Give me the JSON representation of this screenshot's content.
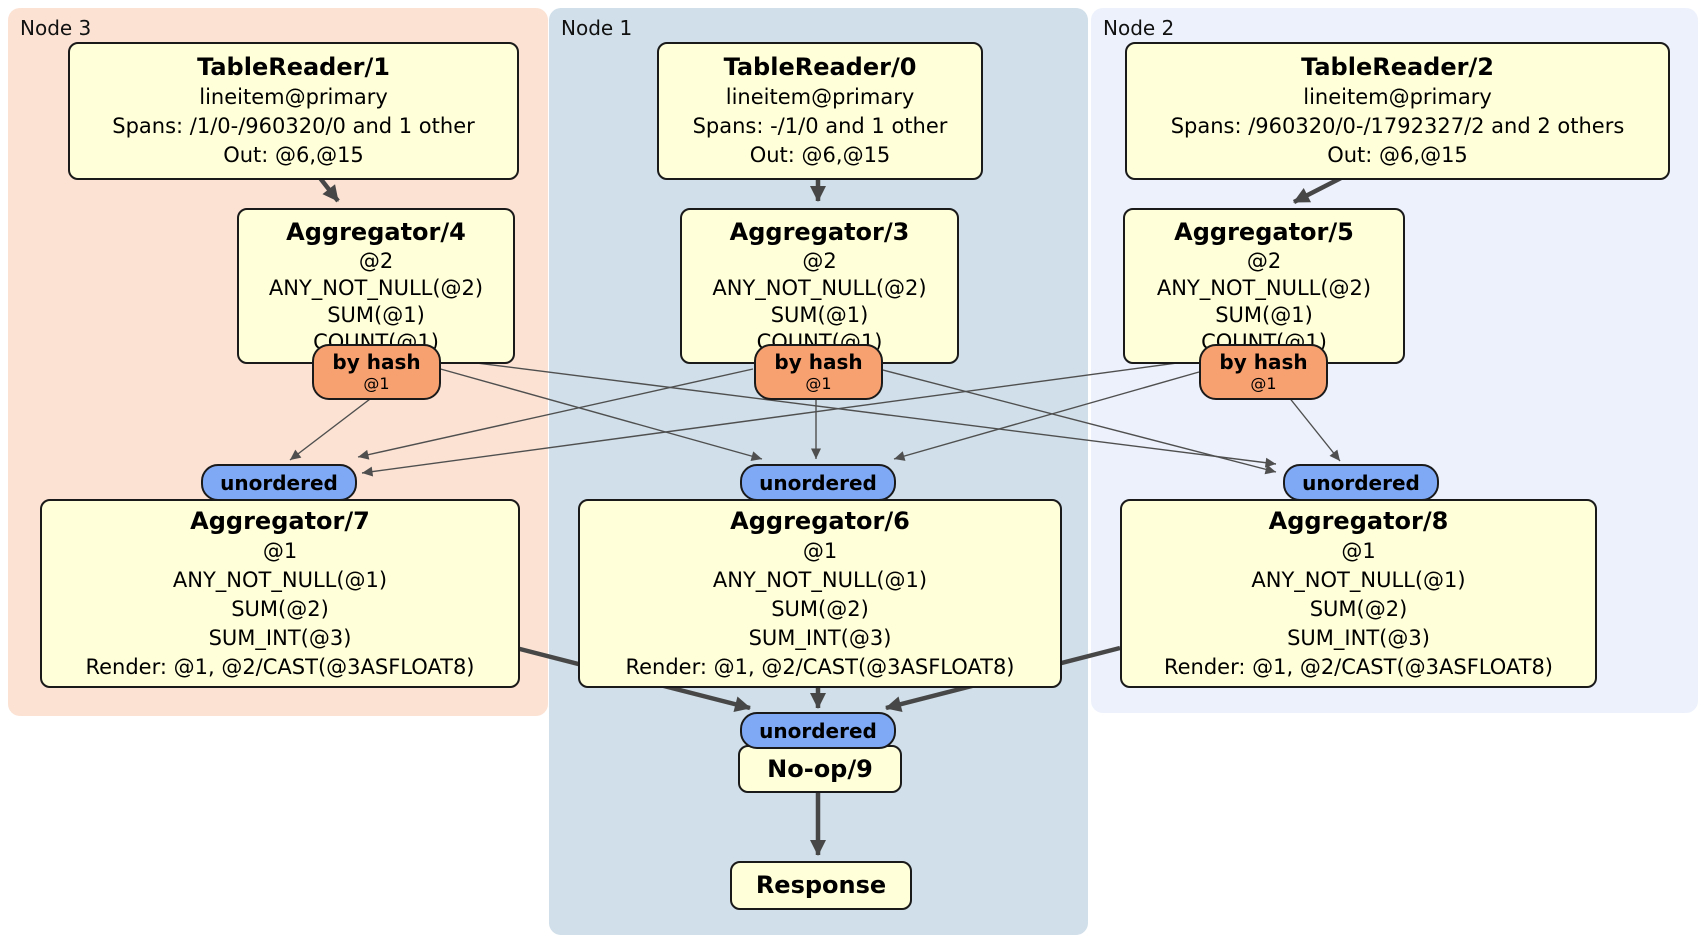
{
  "colors": {
    "node3-bg": "#fbe2d3",
    "node1-bg": "#d0dfe9",
    "node2-bg": "#ecf1fb",
    "box-fill": "#ffffd9",
    "box-border": "#1a1a1a",
    "hash-router-fill": "#f7a171",
    "sync-fill": "#7fa9f4",
    "edge-thick": "#474747",
    "edge-thin": "#4f4f4f"
  },
  "groups": {
    "node3": {
      "label": "Node 3"
    },
    "node1": {
      "label": "Node 1"
    },
    "node2": {
      "label": "Node 2"
    }
  },
  "processors": {
    "tr1": {
      "title": "TableReader/1",
      "lines": [
        "lineitem@primary",
        "Spans: /1/0-/960320/0 and 1 other",
        "Out: @6,@15"
      ]
    },
    "tr0": {
      "title": "TableReader/0",
      "lines": [
        "lineitem@primary",
        "Spans: -/1/0 and 1 other",
        "Out: @6,@15"
      ]
    },
    "tr2": {
      "title": "TableReader/2",
      "lines": [
        "lineitem@primary",
        "Spans: /960320/0-/1792327/2 and 2 others",
        "Out: @6,@15"
      ]
    },
    "agg4": {
      "title": "Aggregator/4",
      "lines": [
        "@2",
        "ANY_NOT_NULL(@2)",
        "SUM(@1)",
        "COUNT(@1)"
      ]
    },
    "agg3": {
      "title": "Aggregator/3",
      "lines": [
        "@2",
        "ANY_NOT_NULL(@2)",
        "SUM(@1)",
        "COUNT(@1)"
      ]
    },
    "agg5": {
      "title": "Aggregator/5",
      "lines": [
        "@2",
        "ANY_NOT_NULL(@2)",
        "SUM(@1)",
        "COUNT(@1)"
      ]
    },
    "agg7": {
      "title": "Aggregator/7",
      "lines": [
        "@1",
        "ANY_NOT_NULL(@1)",
        "SUM(@2)",
        "SUM_INT(@3)",
        "Render: @1, @2/CAST(@3ASFLOAT8)"
      ]
    },
    "agg6": {
      "title": "Aggregator/6",
      "lines": [
        "@1",
        "ANY_NOT_NULL(@1)",
        "SUM(@2)",
        "SUM_INT(@3)",
        "Render: @1, @2/CAST(@3ASFLOAT8)"
      ]
    },
    "agg8": {
      "title": "Aggregator/8",
      "lines": [
        "@1",
        "ANY_NOT_NULL(@1)",
        "SUM(@2)",
        "SUM_INT(@3)",
        "Render: @1, @2/CAST(@3ASFLOAT8)"
      ]
    },
    "noop": {
      "title": "No-op/9"
    },
    "response": {
      "title": "Response"
    }
  },
  "routers": {
    "by_hash": {
      "label": "by hash",
      "detail": "@1"
    },
    "unordered": {
      "label": "unordered"
    }
  }
}
